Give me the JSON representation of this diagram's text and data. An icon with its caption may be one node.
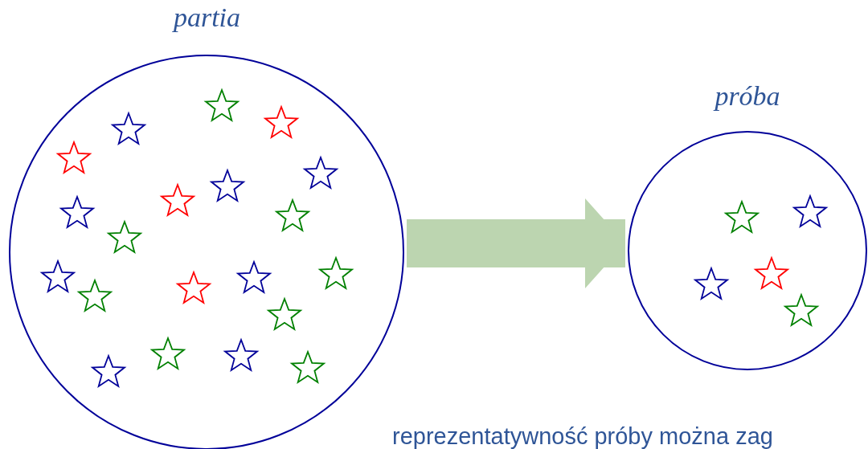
{
  "diagram": {
    "nodes": [
      {
        "text": [
          "partia"
        ]
      },
      {
        "text": [
          "próba"
        ]
      }
    ],
    "edges": [
      {
        "from": 0,
        "to": 1,
        "arrow": "to",
        "color": "#bcd5b0"
      }
    ],
    "labels": [
      "reprezentatywność próby można zag"
    ]
  }
}
